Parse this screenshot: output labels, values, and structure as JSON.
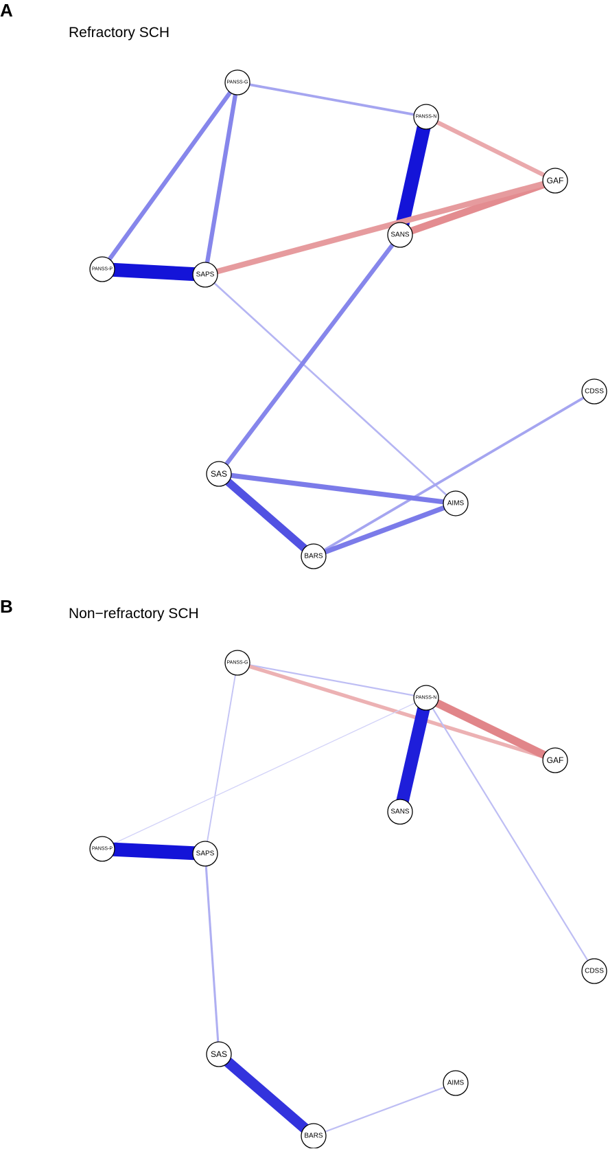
{
  "panels": [
    {
      "letter": "A",
      "title": "Refractory SCH",
      "nodes": [
        {
          "id": "PANSS-G",
          "label": "PANSS-G"
        },
        {
          "id": "PANSS-N",
          "label": "PANSS-N"
        },
        {
          "id": "GAF",
          "label": "GAF"
        },
        {
          "id": "SANS",
          "label": "SANS"
        },
        {
          "id": "PANSS-P",
          "label": "PANSS-P"
        },
        {
          "id": "SAPS",
          "label": "SAPS"
        },
        {
          "id": "CDSS",
          "label": "CDSS"
        },
        {
          "id": "SAS",
          "label": "SAS"
        },
        {
          "id": "AIMS",
          "label": "AIMS"
        },
        {
          "id": "BARS",
          "label": "BARS"
        }
      ],
      "edges": [
        {
          "from": "PANSS-G",
          "to": "PANSS-N",
          "sign": "positive",
          "strength": 0.3
        },
        {
          "from": "PANSS-G",
          "to": "PANSS-P",
          "sign": "positive",
          "strength": 0.45
        },
        {
          "from": "PANSS-G",
          "to": "SAPS",
          "sign": "positive",
          "strength": 0.45
        },
        {
          "from": "PANSS-N",
          "to": "SANS",
          "sign": "positive",
          "strength": 1.0
        },
        {
          "from": "PANSS-N",
          "to": "GAF",
          "sign": "negative",
          "strength": 0.45
        },
        {
          "from": "SANS",
          "to": "GAF",
          "sign": "negative",
          "strength": 0.65
        },
        {
          "from": "SAPS",
          "to": "GAF",
          "sign": "negative",
          "strength": 0.55
        },
        {
          "from": "PANSS-P",
          "to": "SAPS",
          "sign": "positive",
          "strength": 1.0
        },
        {
          "from": "SAPS",
          "to": "AIMS",
          "sign": "positive",
          "strength": 0.22
        },
        {
          "from": "SANS",
          "to": "SAS",
          "sign": "positive",
          "strength": 0.45
        },
        {
          "from": "CDSS",
          "to": "BARS",
          "sign": "positive",
          "strength": 0.3
        },
        {
          "from": "SAS",
          "to": "AIMS",
          "sign": "positive",
          "strength": 0.5
        },
        {
          "from": "SAS",
          "to": "BARS",
          "sign": "positive",
          "strength": 0.7
        },
        {
          "from": "BARS",
          "to": "AIMS",
          "sign": "positive",
          "strength": 0.5
        }
      ]
    },
    {
      "letter": "B",
      "title": "Non−refractory SCH",
      "nodes": [
        {
          "id": "PANSS-G",
          "label": "PANSS-G"
        },
        {
          "id": "PANSS-N",
          "label": "PANSS-N"
        },
        {
          "id": "GAF",
          "label": "GAF"
        },
        {
          "id": "SANS",
          "label": "SANS"
        },
        {
          "id": "PANSS-P",
          "label": "PANSS-P"
        },
        {
          "id": "SAPS",
          "label": "SAPS"
        },
        {
          "id": "CDSS",
          "label": "CDSS"
        },
        {
          "id": "SAS",
          "label": "SAS"
        },
        {
          "id": "AIMS",
          "label": "AIMS"
        },
        {
          "id": "BARS",
          "label": "BARS"
        }
      ],
      "edges": [
        {
          "from": "PANSS-G",
          "to": "PANSS-N",
          "sign": "positive",
          "strength": 0.18
        },
        {
          "from": "PANSS-G",
          "to": "GAF",
          "sign": "negative",
          "strength": 0.4
        },
        {
          "from": "PANSS-G",
          "to": "SAPS",
          "sign": "positive",
          "strength": 0.15
        },
        {
          "from": "PANSS-N",
          "to": "GAF",
          "sign": "negative",
          "strength": 0.7
        },
        {
          "from": "PANSS-N",
          "to": "SANS",
          "sign": "positive",
          "strength": 0.95
        },
        {
          "from": "PANSS-N",
          "to": "PANSS-P",
          "sign": "positive",
          "strength": 0.08
        },
        {
          "from": "PANSS-N",
          "to": "CDSS",
          "sign": "positive",
          "strength": 0.18
        },
        {
          "from": "PANSS-P",
          "to": "SAPS",
          "sign": "positive",
          "strength": 1.0
        },
        {
          "from": "SAPS",
          "to": "SAS",
          "sign": "positive",
          "strength": 0.25
        },
        {
          "from": "SAS",
          "to": "BARS",
          "sign": "positive",
          "strength": 0.85
        },
        {
          "from": "BARS",
          "to": "AIMS",
          "sign": "positive",
          "strength": 0.18
        }
      ]
    }
  ],
  "colors": {
    "positive": "#1414d8",
    "negative": "#d6595f"
  }
}
